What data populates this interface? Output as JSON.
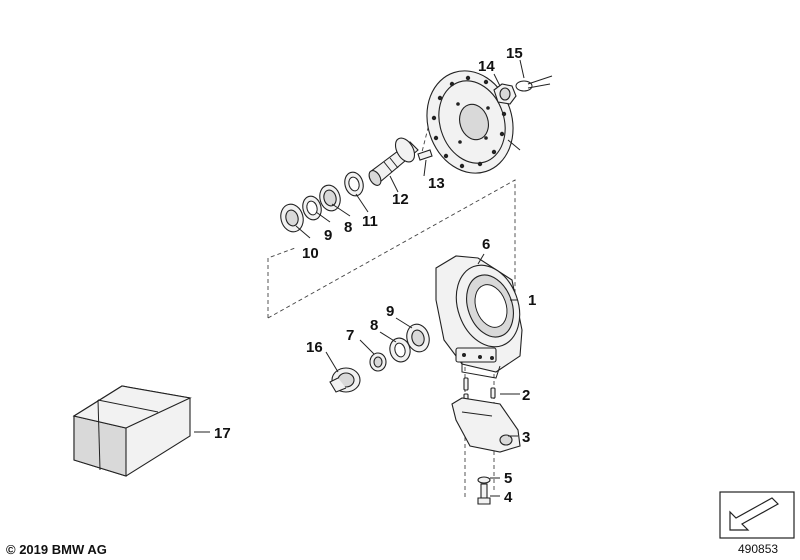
{
  "callouts": {
    "c1": "1",
    "c2": "2",
    "c3": "3",
    "c4": "4",
    "c5": "5",
    "c6": "6",
    "c7": "7",
    "c8a": "8",
    "c8b": "8",
    "c9a": "9",
    "c9b": "9",
    "c10": "10",
    "c11": "11",
    "c12": "12",
    "c13": "13",
    "c14": "14",
    "c15": "15",
    "c16": "16",
    "c17": "17"
  },
  "footer": {
    "copyright": "© 2019 BMW AG",
    "diagram_id": "490853"
  },
  "icons": {
    "nav": "arrow-direction-icon"
  },
  "colors": {
    "line": "#222222",
    "fill": "#f2f2f2",
    "shade": "#d9d9d9"
  }
}
